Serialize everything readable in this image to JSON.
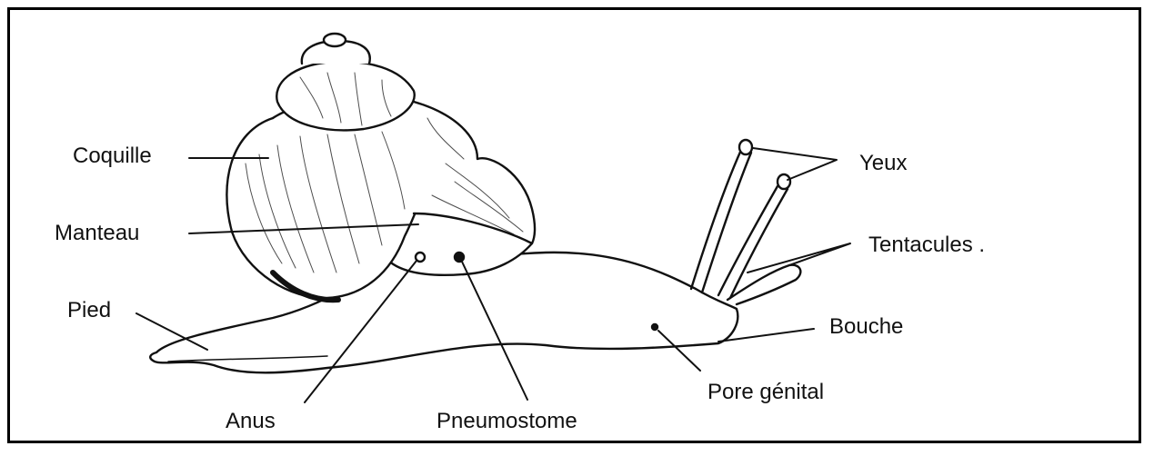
{
  "labels": {
    "coquille": "Coquille",
    "manteau": "Manteau",
    "pied": "Pied",
    "anus": "Anus",
    "pneumostome": "Pneumostome",
    "yeux": "Yeux",
    "tentacules": "Tentacules .",
    "bouche": "Bouche",
    "pore_genital": "Pore génital"
  },
  "colors": {
    "ink": "#111111",
    "background": "#ffffff"
  }
}
